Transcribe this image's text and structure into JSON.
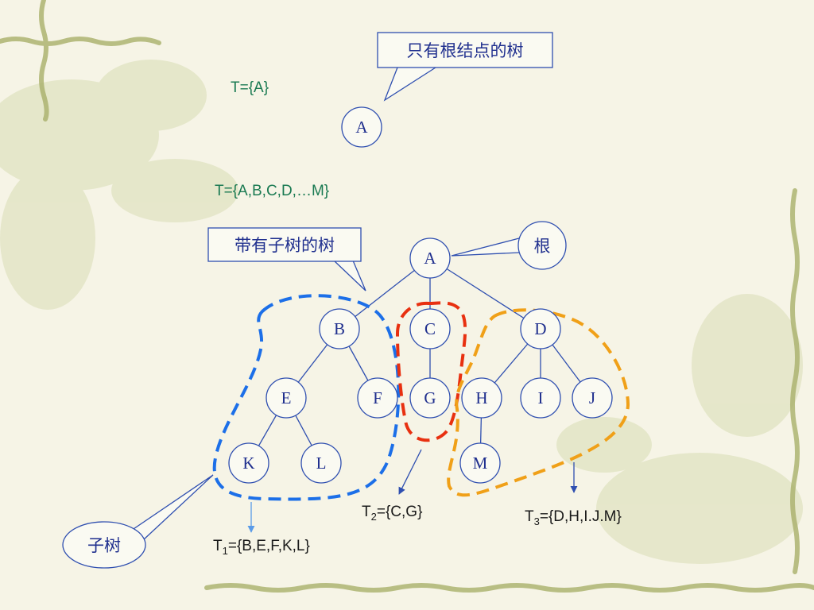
{
  "single_tree": {
    "set_label": "T={A}",
    "callout": "只有根结点的树",
    "node": "A"
  },
  "full_tree": {
    "set_label": "T={A,B,C,D,…M}",
    "callout": "带有子树的树",
    "root_callout": "根",
    "nodes": [
      "A",
      "B",
      "C",
      "D",
      "E",
      "F",
      "G",
      "H",
      "I",
      "J",
      "K",
      "L",
      "M"
    ],
    "edges": [
      [
        "A",
        "B"
      ],
      [
        "A",
        "C"
      ],
      [
        "A",
        "D"
      ],
      [
        "B",
        "E"
      ],
      [
        "B",
        "F"
      ],
      [
        "C",
        "G"
      ],
      [
        "D",
        "H"
      ],
      [
        "D",
        "I"
      ],
      [
        "D",
        "J"
      ],
      [
        "E",
        "K"
      ],
      [
        "E",
        "L"
      ],
      [
        "H",
        "M"
      ]
    ]
  },
  "subtrees": [
    {
      "id": "t1",
      "base": "T",
      "sub": "1",
      "rest": "={B,E,F,K,L}"
    },
    {
      "id": "t2",
      "base": "T",
      "sub": "2",
      "rest": "={C,G}"
    },
    {
      "id": "t3",
      "base": "T",
      "sub": "3",
      "rest": "={D,H,I.J.M}"
    }
  ],
  "subtree_callout": "子树",
  "colors": {
    "line": "#2f4fb0",
    "set_text": "#1a7a52",
    "subtree_t1": "#1c6fe8",
    "subtree_t2": "#e83010",
    "subtree_t3": "#f0a018",
    "background": "#f6f4e6"
  }
}
